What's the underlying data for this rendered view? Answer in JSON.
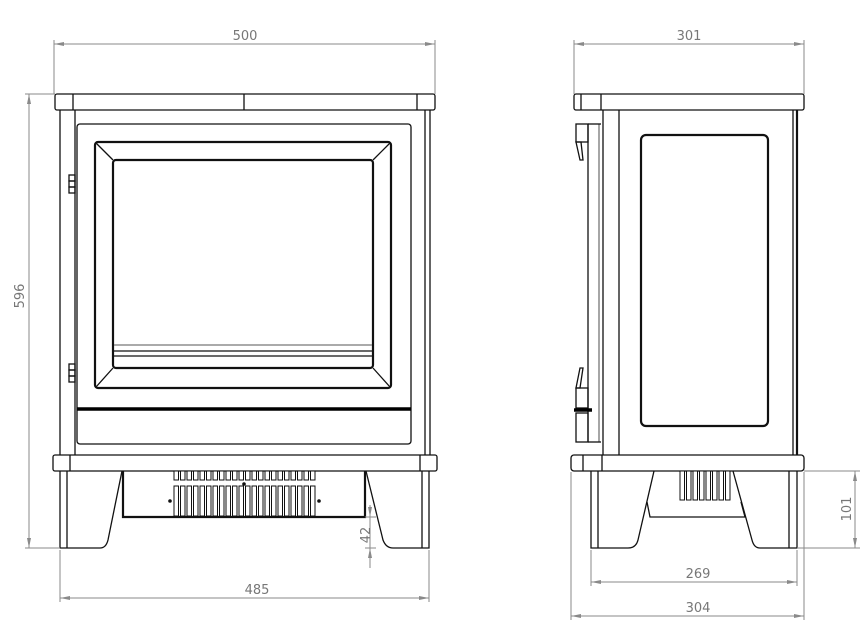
{
  "drawing": {
    "subject": "stove elevation drawing",
    "units": "mm",
    "views": [
      "front-view",
      "side-view"
    ]
  },
  "front_view": {
    "dimensions": {
      "overall_width": "500",
      "overall_height": "596",
      "base_width": "485",
      "ground_clearance": "42"
    }
  },
  "side_view": {
    "dimensions": {
      "top_depth": "301",
      "leg_span": "269",
      "base_depth": "304",
      "plinth_height": "101"
    }
  },
  "colors": {
    "line": "#111111",
    "dimension": "#8a8a8a",
    "dimension_text": "#777777",
    "background": "#ffffff"
  }
}
